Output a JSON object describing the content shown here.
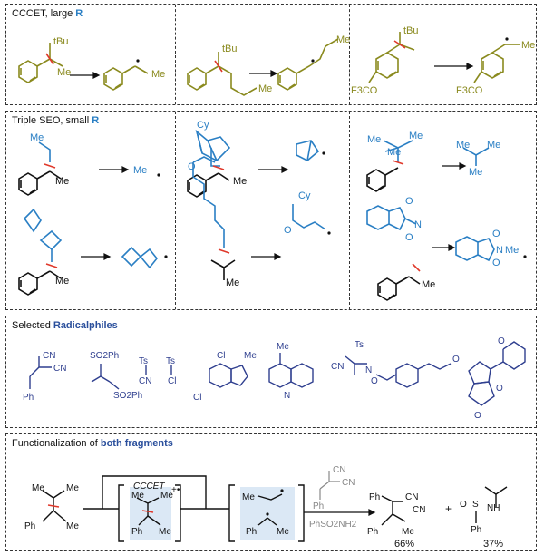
{
  "panel1": {
    "title_main": "CCCET, large ",
    "title_hl": "R"
  },
  "panel2": {
    "title_main": "Triple SEO, small ",
    "title_hl": "R"
  },
  "panel3": {
    "title_main": "Selected ",
    "title_hl": "Radicalphiles"
  },
  "panel4": {
    "title_main": "Functionalization of ",
    "title_hl": "both fragments"
  },
  "labels": {
    "tbu": "tBu",
    "me": "Me",
    "f3co": "F3CO",
    "cy": "Cy",
    "cn": "CN",
    "so2ph": "SO2Ph",
    "ts": "Ts",
    "cl": "Cl",
    "n": "N",
    "o": "O",
    "ph": "Ph",
    "ccet": "CCCET",
    "radical_cation": "+•",
    "phso2nh2": "PhSO2NH2",
    "nh": "NH",
    "s": "S"
  },
  "yields": {
    "product1": "66%",
    "product2": "37%"
  },
  "plus": "+",
  "colors": {
    "olive": "#8a8a1e",
    "blue": "#2a7fc4",
    "navy": "#2f3f8f",
    "red": "#e0392b",
    "shade": "#dbe8f5",
    "grey": "#888888"
  }
}
